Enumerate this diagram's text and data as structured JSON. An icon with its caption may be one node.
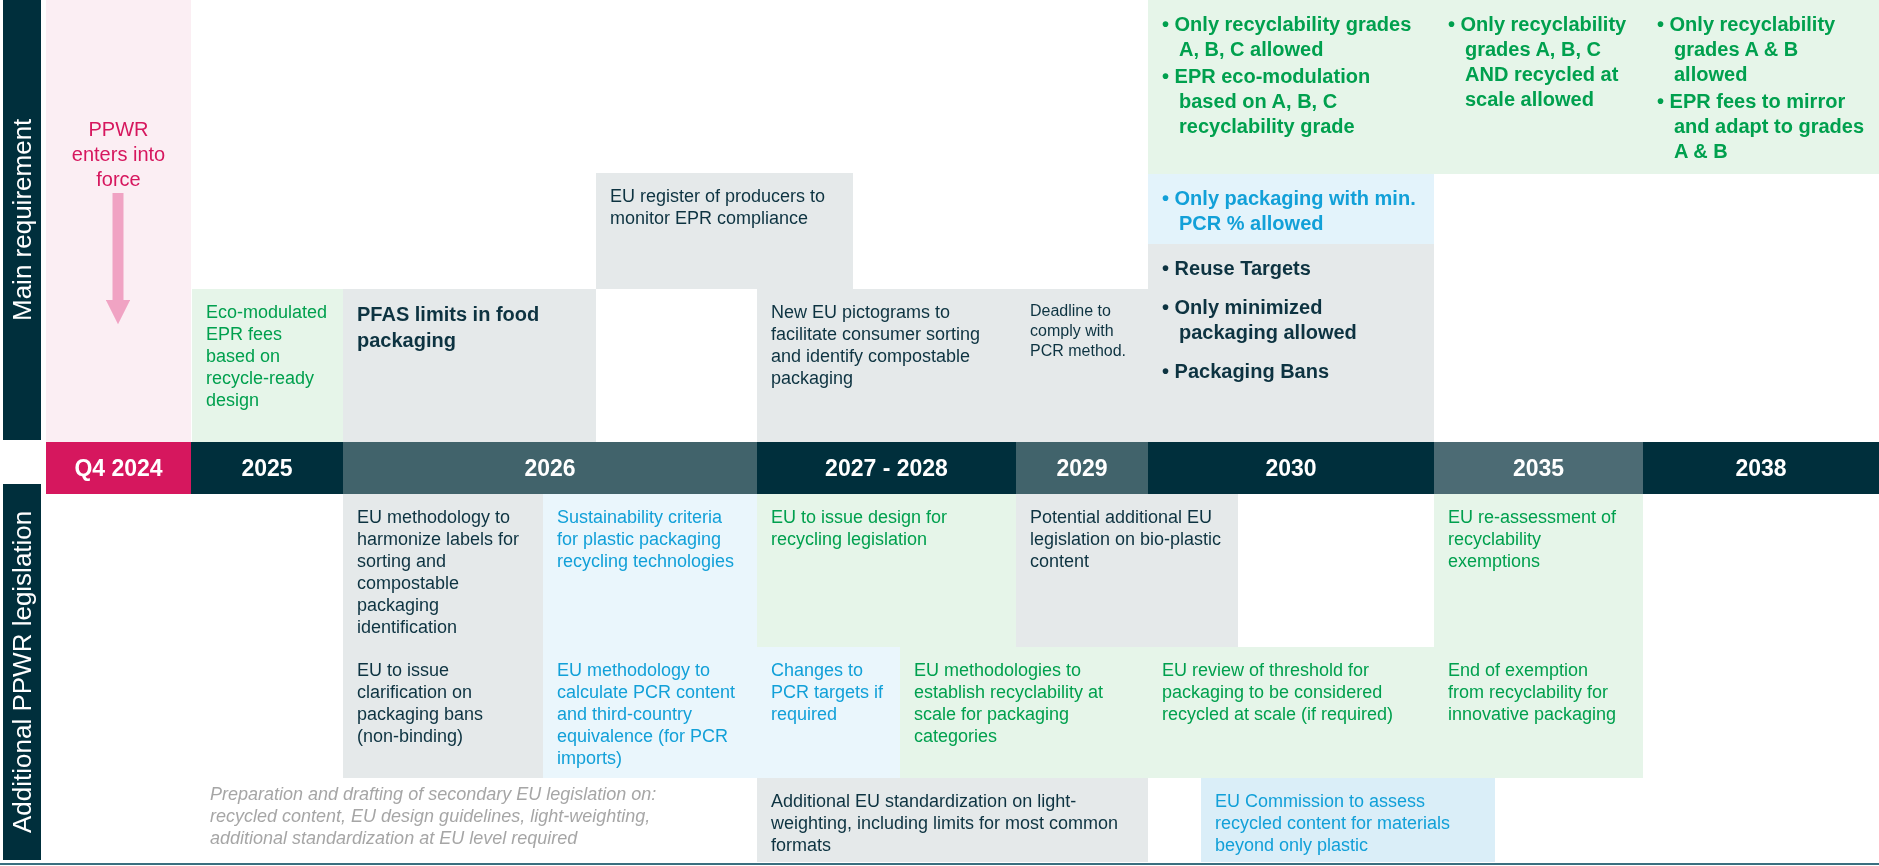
{
  "diagram": {
    "nodes": [
      {
        "text": [
          "Main requirement"
        ]
      },
      {
        "text": [
          "PPWR enters into force"
        ]
      },
      {
        "text": [
          "Eco-modulated EPR fees based on recycle-ready design"
        ]
      },
      {
        "text": [
          "PFAS limits in food packaging"
        ]
      },
      {
        "text": [
          "EU register of producers to monitor EPR compliance"
        ]
      },
      {
        "text": [
          "New EU pictograms to facilitate consumer sorting and identify compostable packaging"
        ]
      },
      {
        "text": [
          "Deadline to comply with PCR method."
        ]
      },
      {
        "text": [
          "• Only recyclability grades A, B, C allowed",
          "• EPR eco-modulation based on A, B, C recyclability grade"
        ]
      },
      {
        "text": [
          "• Only recyclability grades A, B, C AND recycled at scale allowed"
        ]
      },
      {
        "text": [
          "• Only recyclability grades A & B allowed",
          "• EPR fees to mirror and adapt to grades A & B"
        ]
      },
      {
        "text": [
          "• Only packaging with min. PCR % allowed"
        ]
      },
      {
        "text": [
          "• Reuse Targets",
          "• Only minimized packaging allowed",
          "• Packaging Bans"
        ]
      },
      {
        "text": [
          "Q4 **2024**"
        ]
      },
      {
        "text": [
          "2025"
        ]
      },
      {
        "text": [
          "2026"
        ]
      },
      {
        "text": [
          "2027 - 2028"
        ]
      },
      {
        "text": [
          "2029"
        ]
      },
      {
        "text": [
          "2030"
        ]
      },
      {
        "text": [
          "2035"
        ]
      },
      {
        "text": [
          "2038"
        ]
      },
      {
        "text": [
          "Additional PPWR legislation"
        ]
      },
      {
        "text": [
          "EU methodology to harmonize labels for sorting and compostable packaging identification"
        ]
      },
      {
        "text": [
          "Sustainability criteria for plastic packaging recycling technologies"
        ]
      },
      {
        "text": [
          "EU to issue design for recycling legislation"
        ]
      },
      {
        "text": [
          "Potential additional EU legislation on bio-plastic content"
        ]
      },
      {
        "text": [
          "EU re-assessment of recyclability exemptions"
        ]
      },
      {
        "text": [
          "EU to issue clarification on packaging bans (non-binding)"
        ]
      },
      {
        "text": [
          "EU methodology to calculate PCR content and third-country equivalence (for PCR imports)"
        ]
      },
      {
        "text": [
          "Changes to PCR targets if required"
        ]
      },
      {
        "text": [
          "EU methodologies to establish recyclability at scale for packaging categories"
        ]
      },
      {
        "text": [
          "EU review of threshold for packaging to be considered recycled at scale (if required)"
        ]
      },
      {
        "text": [
          "End of exemption from recyclability for innovative packaging"
        ]
      },
      {
        "text": [
          "Additional EU standardization on light-weighting, including limits for most common formats"
        ]
      },
      {
        "text": [
          "EU Commission to assess recycled content for materials beyond only plastic"
        ]
      }
    ],
    "labels": [
      "Preparation and drafting of secondary EU legislation on: recycled content, EU design guidelines, light-weighting, additional standardization at EU level required"
    ]
  }
}
